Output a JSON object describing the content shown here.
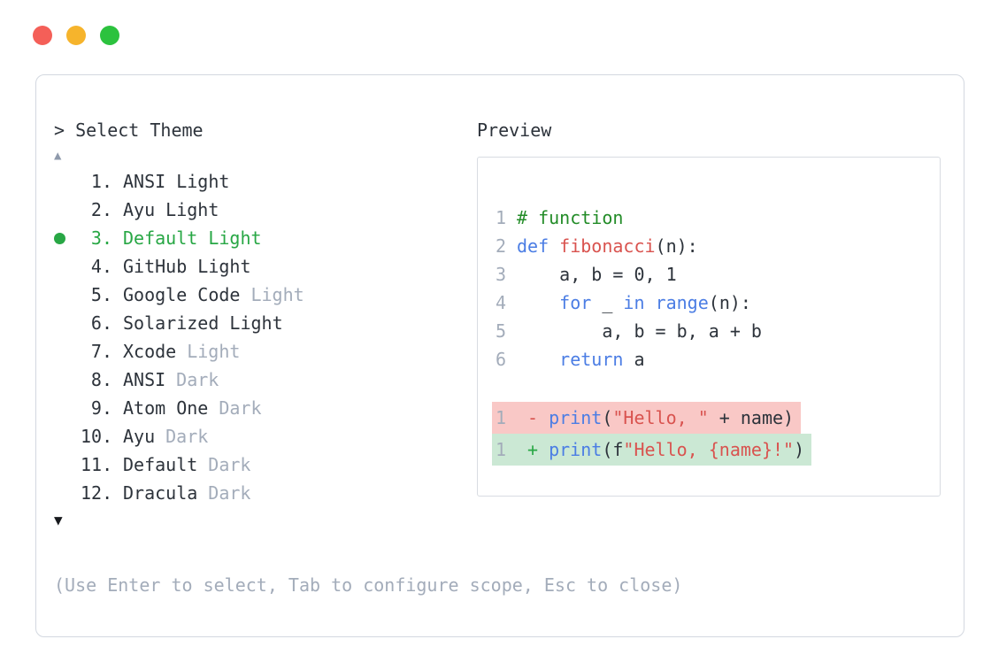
{
  "colors": {
    "text": "#2d333b",
    "muted": "#a3acba",
    "accent": "#28a745",
    "kw": "#4b7de4",
    "fn": "#d9534f",
    "str": "#d9534f",
    "comment": "#238c28",
    "del": "#d9534f",
    "add": "#28a745",
    "removed_bg": "#f9c8c6",
    "added_bg": "#cbe8d4",
    "panel_border": "#d3d8e0",
    "preview_border": "#d8dce2",
    "arrow_up": "#8e99ab",
    "arrow_down": "#17191d",
    "tl_red": "#f45f58",
    "tl_yellow": "#f6b42c",
    "tl_green": "#2cc23e"
  },
  "selector": {
    "prompt": "> Select Theme",
    "scroll_up_icon": "▲",
    "scroll_down_icon": "▼",
    "items": [
      {
        "num": "1.",
        "name": "ANSI Light",
        "variant": "",
        "selected": false
      },
      {
        "num": "2.",
        "name": "Ayu Light",
        "variant": "",
        "selected": false
      },
      {
        "num": "3.",
        "name": "Default Light",
        "variant": "",
        "selected": true
      },
      {
        "num": "4.",
        "name": "GitHub Light",
        "variant": "",
        "selected": false
      },
      {
        "num": "5.",
        "name": "Google Code",
        "variant": "Light",
        "selected": false
      },
      {
        "num": "6.",
        "name": "Solarized Light",
        "variant": "",
        "selected": false
      },
      {
        "num": "7.",
        "name": "Xcode",
        "variant": "Light",
        "selected": false
      },
      {
        "num": "8.",
        "name": "ANSI",
        "variant": "Dark",
        "selected": false
      },
      {
        "num": "9.",
        "name": "Atom One",
        "variant": "Dark",
        "selected": false
      },
      {
        "num": "10.",
        "name": "Ayu",
        "variant": "Dark",
        "selected": false
      },
      {
        "num": "11.",
        "name": "Default",
        "variant": "Dark",
        "selected": false
      },
      {
        "num": "12.",
        "name": "Dracula",
        "variant": "Dark",
        "selected": false
      }
    ],
    "hint": "(Use Enter to select, Tab to configure scope, Esc to close)"
  },
  "preview": {
    "title": "Preview",
    "code_lines": [
      {
        "num": "1",
        "tokens": [
          {
            "t": "# function",
            "c": "comment"
          }
        ]
      },
      {
        "num": "2",
        "tokens": [
          {
            "t": "def ",
            "c": "kw"
          },
          {
            "t": "fibonacci",
            "c": "fn"
          },
          {
            "t": "(n):",
            "c": "plain"
          }
        ]
      },
      {
        "num": "3",
        "tokens": [
          {
            "t": "    a, b = 0, 1",
            "c": "plain"
          }
        ]
      },
      {
        "num": "4",
        "tokens": [
          {
            "t": "    ",
            "c": "plain"
          },
          {
            "t": "for",
            "c": "kw"
          },
          {
            "t": " _ ",
            "c": "plain"
          },
          {
            "t": "in",
            "c": "kw"
          },
          {
            "t": " ",
            "c": "plain"
          },
          {
            "t": "range",
            "c": "kw"
          },
          {
            "t": "(n):",
            "c": "plain"
          }
        ]
      },
      {
        "num": "5",
        "tokens": [
          {
            "t": "        a, b = b, a + b",
            "c": "plain"
          }
        ]
      },
      {
        "num": "6",
        "tokens": [
          {
            "t": "    ",
            "c": "plain"
          },
          {
            "t": "return",
            "c": "kw"
          },
          {
            "t": " a",
            "c": "plain"
          }
        ]
      }
    ],
    "diff_lines": [
      {
        "num": "1",
        "bg": "removed",
        "tokens": [
          {
            "t": "- ",
            "c": "del"
          },
          {
            "t": "print",
            "c": "kw"
          },
          {
            "t": "(",
            "c": "plain"
          },
          {
            "t": "\"Hello, \"",
            "c": "str"
          },
          {
            "t": " + name)",
            "c": "plain"
          }
        ]
      },
      {
        "num": "1",
        "bg": "added",
        "tokens": [
          {
            "t": "+ ",
            "c": "add"
          },
          {
            "t": "print",
            "c": "kw"
          },
          {
            "t": "(f",
            "c": "plain"
          },
          {
            "t": "\"Hello, {name}!\"",
            "c": "str"
          },
          {
            "t": ")",
            "c": "plain"
          }
        ]
      }
    ]
  }
}
